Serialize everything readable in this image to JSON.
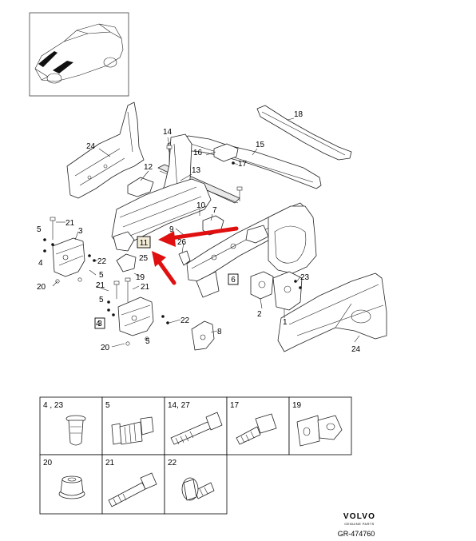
{
  "callouts": [
    {
      "id": "c1",
      "text": "1"
    },
    {
      "id": "c2",
      "text": "2"
    },
    {
      "id": "c3a",
      "text": "3"
    },
    {
      "id": "c4a",
      "text": "4"
    },
    {
      "id": "c4b",
      "text": "4"
    },
    {
      "id": "c5a",
      "text": "5"
    },
    {
      "id": "c5b",
      "text": "5"
    },
    {
      "id": "c5c",
      "text": "5"
    },
    {
      "id": "c5d",
      "text": "5"
    },
    {
      "id": "c7",
      "text": "7"
    },
    {
      "id": "c8",
      "text": "8"
    },
    {
      "id": "c9",
      "text": "9"
    },
    {
      "id": "c10",
      "text": "10"
    },
    {
      "id": "c12",
      "text": "12"
    },
    {
      "id": "c13",
      "text": "13"
    },
    {
      "id": "c14",
      "text": "14"
    },
    {
      "id": "c15",
      "text": "15"
    },
    {
      "id": "c16",
      "text": "16"
    },
    {
      "id": "c17",
      "text": "17"
    },
    {
      "id": "c18",
      "text": "18"
    },
    {
      "id": "c19",
      "text": "19"
    },
    {
      "id": "c20a",
      "text": "20"
    },
    {
      "id": "c20b",
      "text": "20"
    },
    {
      "id": "c21a",
      "text": "21"
    },
    {
      "id": "c21b",
      "text": "21"
    },
    {
      "id": "c21c",
      "text": "21"
    },
    {
      "id": "c22a",
      "text": "22"
    },
    {
      "id": "c22b",
      "text": "22"
    },
    {
      "id": "c23",
      "text": "23"
    },
    {
      "id": "c24a",
      "text": "24"
    },
    {
      "id": "c24b",
      "text": "24"
    },
    {
      "id": "c25",
      "text": "25"
    },
    {
      "id": "c26",
      "text": "26"
    }
  ],
  "boxed_callouts": [
    {
      "id": "b3",
      "text": "3"
    },
    {
      "id": "b6",
      "text": "6"
    }
  ],
  "highlighted_callout": {
    "text": "11"
  },
  "arrow_color": "#e01010",
  "highlight_color": "#f2ecd8",
  "legend_cells": [
    {
      "label": "4 , 23",
      "icon": "rivet-nut-icon"
    },
    {
      "label": "5",
      "icon": "flange-bolt-icon"
    },
    {
      "label": "14, 27",
      "icon": "long-bolt-icon"
    },
    {
      "label": "17",
      "icon": "hex-bolt-icon"
    },
    {
      "label": "19",
      "icon": "clip-nut-icon"
    },
    {
      "label": "20",
      "icon": "flange-nut-icon"
    },
    {
      "label": "21",
      "icon": "stud-bolt-icon"
    },
    {
      "label": "22",
      "icon": "washer-bolt-icon"
    }
  ],
  "brand": {
    "logo_text": "VOLVO",
    "tagline": "GENUINE PARTS"
  },
  "reference": "GR-474760"
}
